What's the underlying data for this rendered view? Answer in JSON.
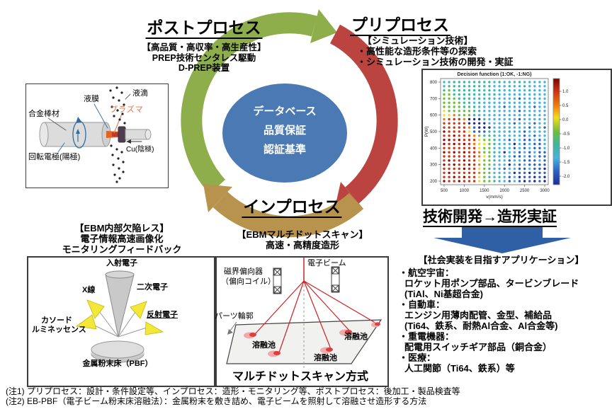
{
  "colors": {
    "green_arrow": "#8dae4a",
    "red_arrow": "#bb4440",
    "gold_arrow": "#b8934e",
    "center_blue": "#4a79b4",
    "block_arrow_blue": "#2f5fa5",
    "plasma_text": "#e0714a"
  },
  "cycle": {
    "post": {
      "title": "ポストプロセス",
      "lines": [
        "【高品質・高収率・高生産性】",
        "PREP技術センタレス駆動",
        "D-PREP装置"
      ]
    },
    "pre": {
      "title": "プリプロセス",
      "lines": [
        "【シミュレーション技術】",
        "・高性能な造形条件等の探索",
        "・シミュレーション技術の開発・実証"
      ]
    },
    "inp": {
      "title": "インプロセス",
      "lines": [
        "【EBMマルチドットスキャン】",
        "高速・高精度造形"
      ]
    },
    "center": {
      "lines": [
        "データベース",
        "品質保証",
        "認証基準"
      ]
    }
  },
  "prep_diagram": {
    "labels": {
      "droplet": "液滴",
      "film": "液膜",
      "plasma": "プラズマ",
      "rod": "合金棒材",
      "anode": "回転電極(陽極)",
      "cathode": "Cu(陰極)"
    }
  },
  "ebm_block": {
    "lines": [
      "【EBM内部欠陥レス】",
      "電子情報高速画像化",
      "モニタリングフィードバック"
    ]
  },
  "electron_diagram": {
    "labels": {
      "incident": "入射電子",
      "secondary": "二次電子",
      "xray": "X線",
      "backscatter": "反射電子",
      "cathodo1": "カソード",
      "cathodo2": "ルミネッセンス",
      "bed": "金属粉末床（PBF）"
    }
  },
  "multidot_diagram": {
    "labels": {
      "beam": "電子ビーム",
      "deflector1": "磁界偏向器",
      "deflector2": "（偏向コイル）",
      "contour": "パーツ輪郭",
      "pools": [
        "溶融池",
        "溶融池",
        "溶融池"
      ],
      "caption": "マルチドットスキャン方式"
    }
  },
  "tech_dev": {
    "title": "技術開発→造形実証"
  },
  "applications": {
    "title": "【社会実装を目指すアプリケーション】",
    "lines": [
      "・航空宇宙：",
      "ロケット用ポンプ部品、タービンブレード",
      "(TiAl、Ni基超合金)",
      "・自動車：",
      "エンジン用薄肉配管、金型、補給品",
      "(Ti64、鉄系、耐熱Al合金、Al合金等)",
      "・重電機器：",
      "配電用スイッチギア部品（銅合金）",
      "・医療：",
      "人工関節（Ti64、鉄系）等"
    ]
  },
  "footnotes": [
    "(注1) プリプロセス：設計・条件設定等、インプロセス：造形・モニタリング等、ポストプロセス：後加工・製品検査等",
    "(注2) EB-PBF（電子ビーム粉末床溶融法）：金属粉末を敷き詰め、電子ビームを照射して溶融させ造形する方法"
  ],
  "chart_data": {
    "type": "scatter",
    "title": "Decision function (1:OK, -1:NG)",
    "xlabel": "v(mm/s)",
    "ylabel": "P(W)",
    "x_ticks": [
      500,
      1000,
      1500,
      2000,
      2500,
      3000
    ],
    "y_ticks": [
      200,
      300,
      400,
      500,
      600,
      700,
      800
    ],
    "x_range": [
      500,
      3000
    ],
    "y_range": [
      200,
      800
    ],
    "grid_x_start": 500,
    "grid_x_step": 125,
    "grid_y_start": 800,
    "grid_y_step": -25,
    "colorbar_ticks": [
      1.0,
      0.5,
      0.0,
      -0.5,
      -1.0,
      -1.5,
      -2.0
    ],
    "colorbar_range": [
      1.45,
      -2.3
    ],
    "legend_note": "dot color = decision function value; red = OK region (low speed / mid power), blue = NG",
    "palette": {
      "R": {
        "value": 1.3,
        "color": "#8c0f06"
      },
      "r": {
        "value": 1.0,
        "color": "#cf3512"
      },
      "o": {
        "value": 0.6,
        "color": "#f07a0c"
      },
      "y": {
        "value": 0.3,
        "color": "#f2de1a"
      },
      "g": {
        "value": 0.0,
        "color": "#6cbf3a"
      },
      "t": {
        "value": -0.5,
        "color": "#3ab89d"
      },
      "c": {
        "value": -1.0,
        "color": "#46b3dc"
      },
      "b": {
        "value": -1.6,
        "color": "#2b63c5"
      },
      "B": {
        "value": -2.1,
        "color": "#1f2d92"
      }
    },
    "rows": [
      "cctttcttttctccctccccc",
      "ctttttttttccctcctcccc",
      "tgttttttctctccccctccc",
      "ggtttttctctcccccccccc",
      "gggtttctctcccccbccccc",
      "ggggttctcccccccctcccc",
      "ggggtttcccccbcccccbcc",
      "ygggggttcccccccbccccc",
      "yyogggtcccccccccccccc",
      "orrroBBBtccccccbccccc",
      "rrrrrBBBBcccccbcccbcc",
      "rrrrrobBBBcccccccbccb",
      "Rrrrrybbbtccctccbcccc",
      "rrRrrrogtttcccccbcbcc",
      "RRrRrrryggtccbccbbcbc",
      "RrRrRroyygtcccBcbcbbc",
      "rrrrrrryggccccbcbcbbc",
      "RrRrRrroggtcBccbcbcbb",
      "rrrrrrroygccccbbcbcbb",
      "rRrrRrryggtccbccbbbcb",
      "RrRrrRroggcccBcbcbbbb",
      "rrrrRrrygtccbccbbcbbB",
      "rRrrrrroggccccBbbBbbb",
      "rrRrRrrygcctcbcBbbBbB",
      "RrrRrrryggtccbcbBbBbB"
    ]
  }
}
